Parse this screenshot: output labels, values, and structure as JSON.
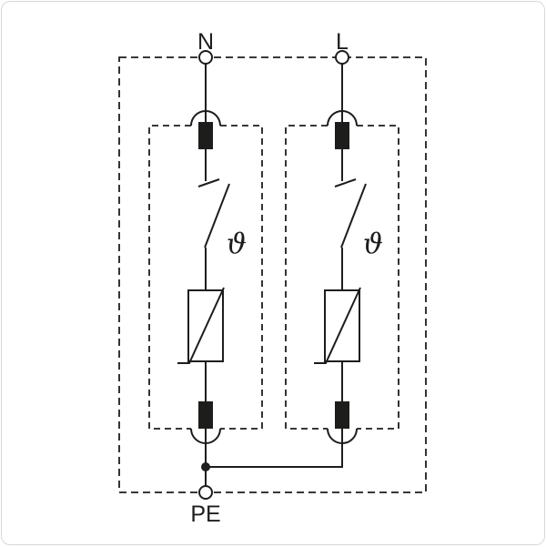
{
  "diagram": {
    "terminals": {
      "top_left": "N",
      "top_right": "L",
      "bottom": "PE"
    },
    "branches": [
      {
        "id": "left",
        "temperature_symbol": "ϑ"
      },
      {
        "id": "right",
        "temperature_symbol": "ϑ"
      }
    ],
    "colors": {
      "line": "#1d1d1b",
      "background": "#ffffff",
      "page_border": "#d8d8d8"
    }
  }
}
